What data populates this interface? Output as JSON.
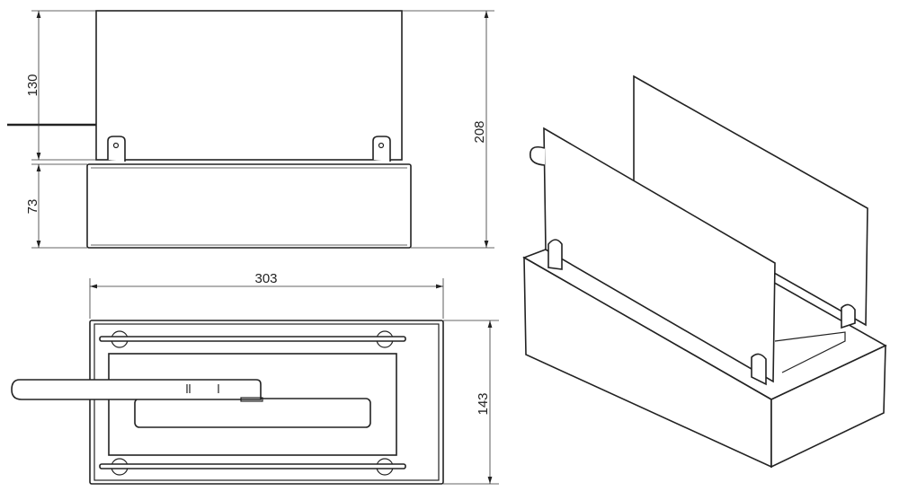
{
  "drawing": {
    "dimensions": {
      "panel_height": "130",
      "base_height": "73",
      "total_height": "208",
      "width": "303",
      "depth": "143"
    },
    "colors": {
      "line": "#222222",
      "background": "#ffffff"
    }
  }
}
